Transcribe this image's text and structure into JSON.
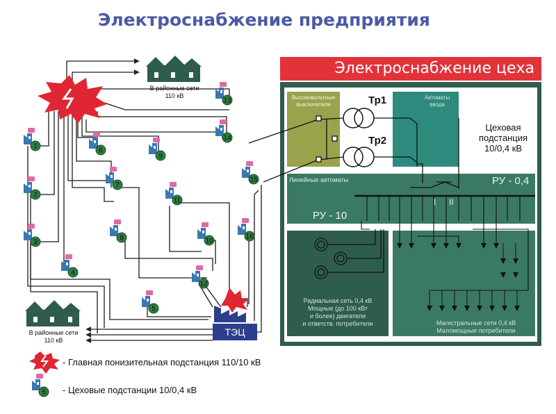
{
  "title": "Электроснабжение предприятия",
  "shop_title": "Электроснабжение цеха",
  "district_top": {
    "line1": "В районные сети",
    "line2": "110 кВ"
  },
  "district_bottom": {
    "line1": "В районные сети",
    "line2": "110 кВ"
  },
  "tpp_label": "ТЭЦ",
  "shop_panel": {
    "hv_breakers": {
      "line1": "Высоковольтные",
      "line2": "выключатели"
    },
    "input_breakers": {
      "line1": "Автоматы",
      "line2": "ввода"
    },
    "tr1": "Тр1",
    "tr2": "Тр2",
    "substation": {
      "line1": "Цеховая",
      "line2": "подстанция",
      "line3": "10/0,4 кВ"
    },
    "line_breakers": "Линейные автоматы",
    "ru04": "РУ - 0,4",
    "ru10": "РУ - 10",
    "bus1": "I",
    "bus2": "II",
    "radial": {
      "line1": "Радиальная сеть 0,4 кВ",
      "line2": "Мощные (до 100 кВт",
      "line3": "и более) двигатели",
      "line4": "и ответств. потребители"
    },
    "main_net": {
      "line1": "Магистральные сети 0,4 кВ",
      "line2": "Маломощные потребители"
    }
  },
  "substations": [
    "1",
    "2",
    "3",
    "4",
    "5",
    "6",
    "7",
    "8",
    "9",
    "10",
    "11",
    "12",
    "13",
    "14",
    "15",
    "16"
  ],
  "legend": {
    "main": "- Главная понизительная подстанция 110/10 кВ",
    "shop": "- Цеховые подстанции 10/0,4 кВ",
    "sample_number": "5"
  },
  "colors": {
    "title": "#4a5aa6",
    "banner": "#e2333b",
    "panel_dark": "#2e5c4d",
    "panel_mid": "#3b7a62",
    "hv_box": "#9aa24b",
    "input_box": "#2e8a7c",
    "substation_green": "#2e7d3f",
    "substation_blue": "#3a78b0",
    "substation_pink": "#e06aa6"
  }
}
